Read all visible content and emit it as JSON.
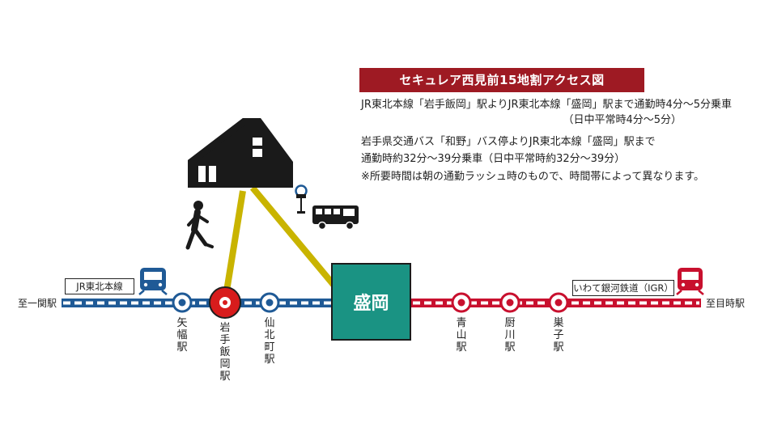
{
  "title": "セキュレア西見前15地割アクセス図",
  "notes": [
    "JR東北本線「岩手飯岡」駅よりJR東北本線「盛岡」駅まで通勤時4分～5分乗車",
    "（日中平常時4分～5分）",
    "岩手県交通バス「和野」バス停よりJR東北本線「盛岡」駅まで",
    "通勤時約32分～39分乗車（日中平常時約32分～39分）",
    "※所要時間は朝の通勤ラッシュ時のもので、時間帯によって異なります。"
  ],
  "lines": {
    "jr": {
      "label": "JR東北本線",
      "color": "#1f5a96",
      "end_label": "至一関駅"
    },
    "igr": {
      "label": "いわて銀河鉄道（IGR）",
      "color": "#c8102e",
      "end_label": "至目時駅"
    }
  },
  "stations": {
    "yahaba": "矢幅駅",
    "iwate_iioka": "岩手飯岡駅",
    "senboku": "仙北町駅",
    "morioka": "盛岡",
    "aoyama": "青山駅",
    "kuriyagawa": "厨川駅",
    "sugo": "巣子駅"
  },
  "colors": {
    "title_bg": "#9e1a23",
    "morioka_box": "#1a9383",
    "route_lines": "#c9b400",
    "current_station": "#d81c1c"
  },
  "icons": [
    "house-icon",
    "walking-person-icon",
    "bus-stop-icon",
    "bus-icon",
    "jr-train-icon",
    "igr-train-icon"
  ]
}
